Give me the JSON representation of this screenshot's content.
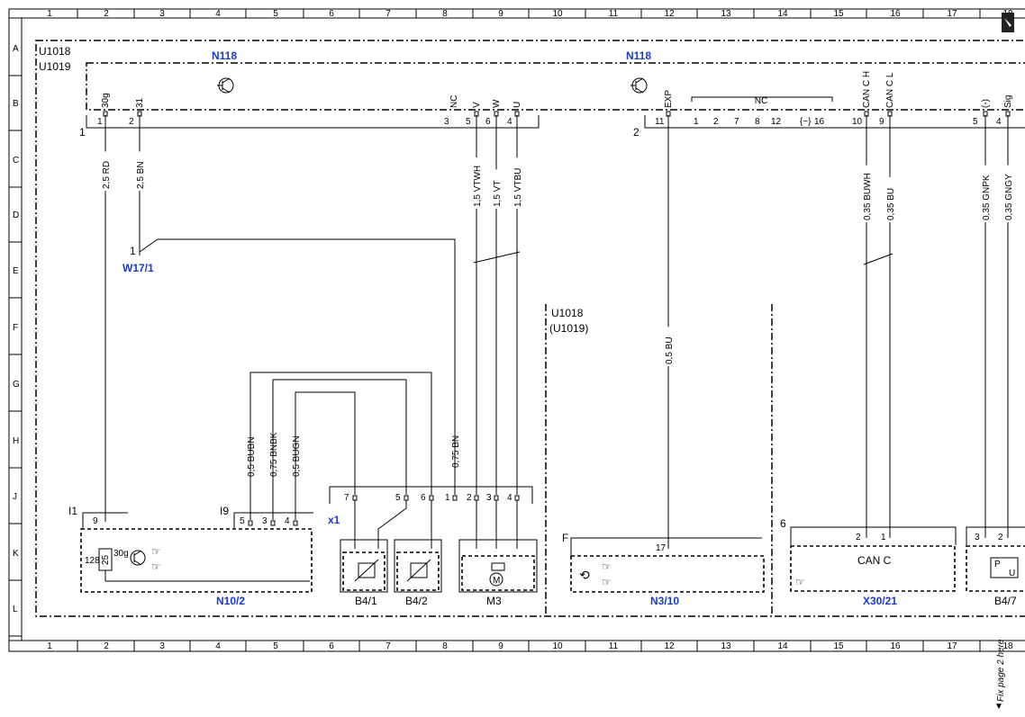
{
  "grid": {
    "columns": [
      "1",
      "2",
      "3",
      "4",
      "5",
      "6",
      "7",
      "8",
      "9",
      "10",
      "11",
      "12",
      "13",
      "14",
      "15",
      "16",
      "17",
      "18"
    ],
    "rows": [
      "A",
      "B",
      "C",
      "D",
      "E",
      "F",
      "G",
      "H",
      "J",
      "K",
      "L"
    ]
  },
  "units": {
    "u1018": "U1018",
    "u1019": "U1019",
    "u1019_paren": "(U1019)"
  },
  "modules": {
    "n118_left": "N118",
    "n118_right": "N118"
  },
  "connectors": {
    "c1_label": "1",
    "c2_label": "2",
    "x1": "x1",
    "i1": "I1",
    "i9": "I9",
    "f": "F",
    "six": "6"
  },
  "c1_pins": [
    {
      "num": "1",
      "sig": "30g"
    },
    {
      "num": "2",
      "sig": "31"
    },
    {
      "num": "3",
      "sig": "NC"
    },
    {
      "num": "5",
      "sig": "V"
    },
    {
      "num": "6",
      "sig": "W"
    },
    {
      "num": "4",
      "sig": "U"
    }
  ],
  "c2_pins": [
    {
      "num": "11",
      "sig": "EXP"
    },
    {
      "num": "1",
      "sig": ""
    },
    {
      "num": "2",
      "sig": ""
    },
    {
      "num": "7",
      "sig": ""
    },
    {
      "num": "8",
      "sig": ""
    },
    {
      "num": "12",
      "sig": ""
    },
    {
      "num": "16",
      "sig": ""
    },
    {
      "num": "10",
      "sig": "CAN C H"
    },
    {
      "num": "9",
      "sig": "CAN C L"
    },
    {
      "num": "5",
      "sig": "(-)"
    },
    {
      "num": "4",
      "sig": "Sig"
    }
  ],
  "nc_bracket": "NC",
  "wires": {
    "w1": "2,5 RD",
    "w2": "2,5 BN",
    "w3": "1,5 VTWH",
    "w4": "1,5 VT",
    "w5": "1,5 VTBU",
    "w6": "0,35 BUWH",
    "w7": "0,35 BU",
    "w8": "0,35 GNPK",
    "w9": "0,35 GNGY",
    "w10": "0,5 BU",
    "w11": "0,5 BUBN",
    "w12": "0,75 BNBK",
    "w13": "0,5 BUGN",
    "w14": "0,75 BN"
  },
  "ground": {
    "pin": "1",
    "name": "W17/1"
  },
  "x1_pins": [
    "7",
    "5",
    "6",
    "1",
    "2",
    "3",
    "4"
  ],
  "i1_pins": [
    "9"
  ],
  "i9_pins": [
    "5",
    "3",
    "4"
  ],
  "n10_2": {
    "fuse_num": "128",
    "fuse_val": "25",
    "sig": "30g"
  },
  "n3_10_pin": "17",
  "x30_pins": [
    "2",
    "1"
  ],
  "b4_7_pins": [
    "3",
    "2"
  ],
  "components": {
    "n10_2": "N10/2",
    "b4_1": "B4/1",
    "b4_2": "B4/2",
    "m3": "M3",
    "n3_10": "N3/10",
    "x30_21": "X30/21",
    "b4_7": "B4/7",
    "can_c": "CAN C"
  },
  "footer_note": "Fix page 2 here",
  "arrow": "▼"
}
